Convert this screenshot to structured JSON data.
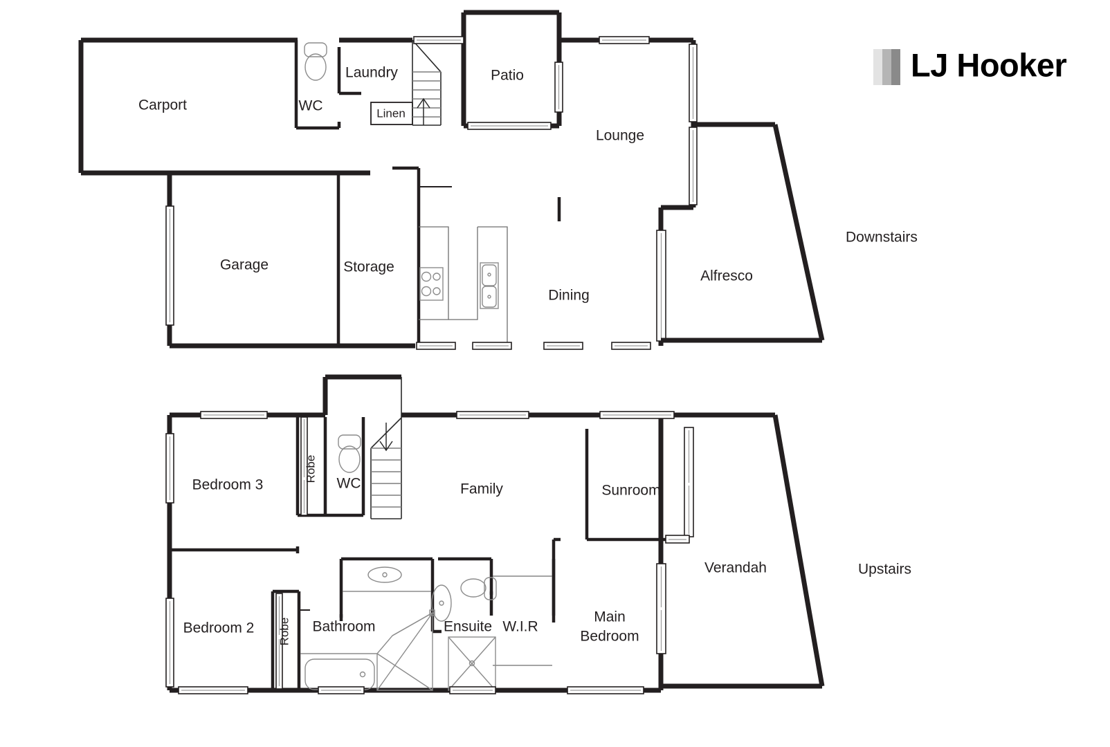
{
  "document": {
    "type": "real-estate-floor-plan",
    "background_color": "#ffffff",
    "line_color": "#231f20"
  },
  "brand": {
    "name": "LJ Hooker",
    "logo_bars": [
      "#e3e3e3",
      "#b5b5b5",
      "#8a8a8a"
    ]
  },
  "floors": [
    {
      "id": "downstairs",
      "label": "Downstairs",
      "rooms": [
        {
          "name": "Carport",
          "label": "Carport"
        },
        {
          "name": "WC",
          "label": "WC"
        },
        {
          "name": "Laundry",
          "label": "Laundry"
        },
        {
          "name": "Linen",
          "label": "Linen"
        },
        {
          "name": "Patio",
          "label": "Patio"
        },
        {
          "name": "Lounge",
          "label": "Lounge"
        },
        {
          "name": "Garage",
          "label": "Garage"
        },
        {
          "name": "Storage",
          "label": "Storage"
        },
        {
          "name": "Dining",
          "label": "Dining"
        },
        {
          "name": "Alfresco",
          "label": "Alfresco"
        }
      ],
      "fixtures": [
        "toilet",
        "stairs-up",
        "kitchen-cooktop",
        "kitchen-double-sink",
        "linen-cupboard"
      ]
    },
    {
      "id": "upstairs",
      "label": "Upstairs",
      "rooms": [
        {
          "name": "Bedroom 3",
          "label": "Bedroom 3"
        },
        {
          "name": "Robe (B3)",
          "label": "Robe"
        },
        {
          "name": "WC",
          "label": "WC"
        },
        {
          "name": "Family",
          "label": "Family"
        },
        {
          "name": "Sunroom",
          "label": "Sunroom"
        },
        {
          "name": "Verandah",
          "label": "Verandah"
        },
        {
          "name": "Bedroom 2",
          "label": "Bedroom 2"
        },
        {
          "name": "Robe (B2)",
          "label": "Robe"
        },
        {
          "name": "Bathroom",
          "label": "Bathroom"
        },
        {
          "name": "Ensuite",
          "label": "Ensuite"
        },
        {
          "name": "W.I.R",
          "label": "W.I.R"
        },
        {
          "name": "Main Bedroom",
          "label": "Main\nBedroom"
        },
        {
          "name": "Main Bedroom line 1",
          "label": "Main"
        },
        {
          "name": "Main Bedroom line 2",
          "label": "Bedroom"
        }
      ],
      "fixtures": [
        "toilet",
        "stairs-down",
        "bathtub",
        "shower",
        "vanity-basin",
        "ensuite-basin",
        "ensuite-toilet",
        "wardrobe-shelf"
      ]
    }
  ]
}
